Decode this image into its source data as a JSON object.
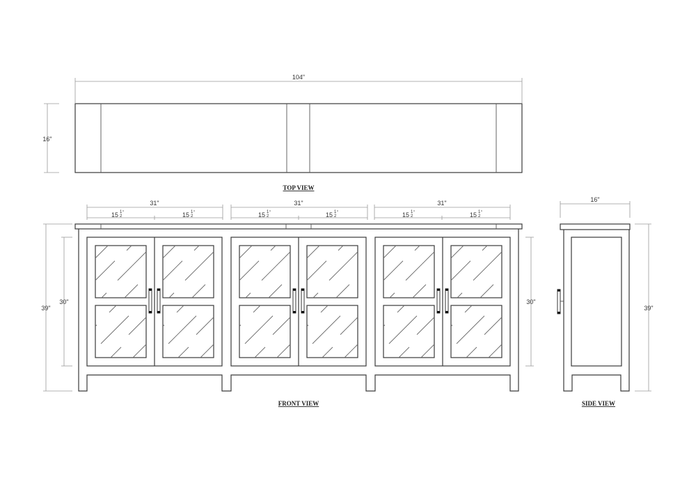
{
  "drawing": {
    "subject": "Sideboard cabinet with six glass-paneled doors",
    "views": {
      "top": {
        "title": "TOP VIEW",
        "width_dim": "104\"",
        "depth_dim": "16\""
      },
      "front": {
        "title": "FRONT VIEW",
        "overall_height_dim": "39\"",
        "door_height_dim_left": "30\"",
        "door_height_dim_right": "30\"",
        "bays": [
          {
            "width_dim": "31\"",
            "door_left": "15",
            "door_right": "15"
          },
          {
            "width_dim": "31\"",
            "door_left": "15",
            "door_right": "15"
          },
          {
            "width_dim": "31\"",
            "door_left": "15",
            "door_right": "15"
          }
        ],
        "fraction_num": "1",
        "fraction_den": "2",
        "inch_mark": "\""
      },
      "side": {
        "title": "SIDE VIEW",
        "depth_dim": "16\"",
        "height_dim": "39\""
      }
    },
    "colors": {
      "line": "#3a3a3a",
      "dimension": "#9a9a9a",
      "background": "#ffffff"
    }
  }
}
